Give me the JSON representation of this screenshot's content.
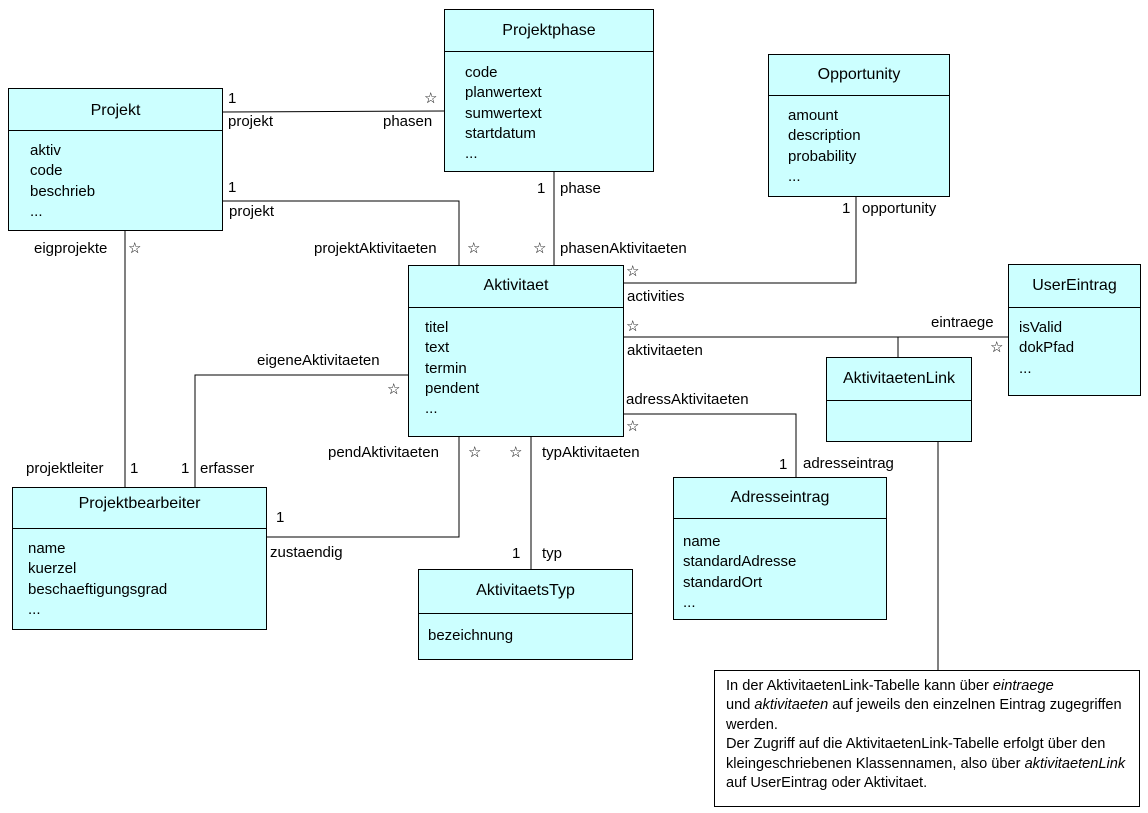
{
  "classes": {
    "projekt": {
      "name": "Projekt",
      "attrs": [
        "aktiv",
        "code",
        "beschrieb",
        "..."
      ]
    },
    "projektphase": {
      "name": "Projektphase",
      "attrs": [
        "code",
        "planwertext",
        "sumwertext",
        "startdatum",
        "..."
      ]
    },
    "opportunity": {
      "name": "Opportunity",
      "attrs": [
        "amount",
        "description",
        "probability",
        "..."
      ]
    },
    "aktivitaet": {
      "name": "Aktivitaet",
      "attrs": [
        "titel",
        "text",
        "termin",
        "pendent",
        "..."
      ]
    },
    "usereintrag": {
      "name": "UserEintrag",
      "attrs": [
        "isValid",
        "dokPfad",
        "..."
      ]
    },
    "aktivitaetenlink": {
      "name": "AktivitaetenLink",
      "attrs": []
    },
    "projektbearbeiter": {
      "name": "Projektbearbeiter",
      "attrs": [
        "name",
        "kuerzel",
        "beschaeftigungsgrad",
        "..."
      ]
    },
    "aktivitaetstyp": {
      "name": "AktivitaetsTyp",
      "attrs": [
        "bezeichnung"
      ]
    },
    "adresseintrag": {
      "name": "Adresseintrag",
      "attrs": [
        "name",
        "standardAdresse",
        "standardOrt",
        "..."
      ]
    }
  },
  "labels": {
    "one": "1",
    "many": "☆",
    "projekt": "projekt",
    "phasen": "phasen",
    "projektAktivitaeten": "projektAktivitaeten",
    "phase": "phase",
    "phasenAktivitaeten": "phasenAktivitaeten",
    "opportunity": "opportunity",
    "activities": "activities",
    "eigprojekte": "eigprojekte",
    "projektleiter": "projektleiter",
    "eigeneAktivitaeten": "eigeneAktivitaeten",
    "erfasser": "erfasser",
    "aktivitaeten": "aktivitaeten",
    "eintraege": "eintraege",
    "adressAktivitaeten": "adressAktivitaeten",
    "adresseintrag": "adresseintrag",
    "pendAktivitaeten": "pendAktivitaeten",
    "typAktivitaeten": "typAktivitaeten",
    "zustaendig": "zustaendig",
    "typ": "typ"
  },
  "note": {
    "p1_a": "In der AktivitaetenLink-Tabelle kann über ",
    "p1_b": "eintraege",
    "p1_c": "und ",
    "p1_d": "aktivitaeten",
    "p1_e": " auf jeweils den einzelnen Eintrag zugegriffen werden.",
    "p2_a": "Der Zugriff auf die AktivitaetenLink-Tabelle erfolgt über den kleingeschriebenen Klassennamen, also über ",
    "p2_b": "aktivitaetenLink",
    "p2_c": " auf UserEintrag oder Aktivitaet."
  },
  "colors": {
    "class_fill": "#ccffff",
    "line": "#000000"
  }
}
